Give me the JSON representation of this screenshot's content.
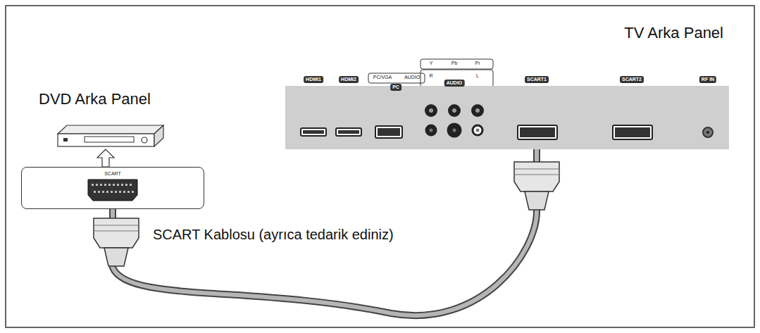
{
  "diagram": {
    "nodes": [
      {
        "text": [
          "SCART"
        ]
      },
      {
        "text": [
          "TV Arka Panel"
        ]
      }
    ],
    "edges": [
      {
        "from": 0,
        "to": 1,
        "arrow": "none",
        "label": "SCART Kablosu (ayrıca tedarik ediniz)"
      }
    ],
    "labels": [
      "DVD Arka Panel",
      "HDMI1",
      "HDMI2",
      "PC/VGA",
      "AUDIO",
      "PC",
      "Y",
      "Pb",
      "Pr",
      "R",
      "L",
      "AUDIO",
      "SCART1",
      "SCART2",
      "RF IN"
    ]
  }
}
